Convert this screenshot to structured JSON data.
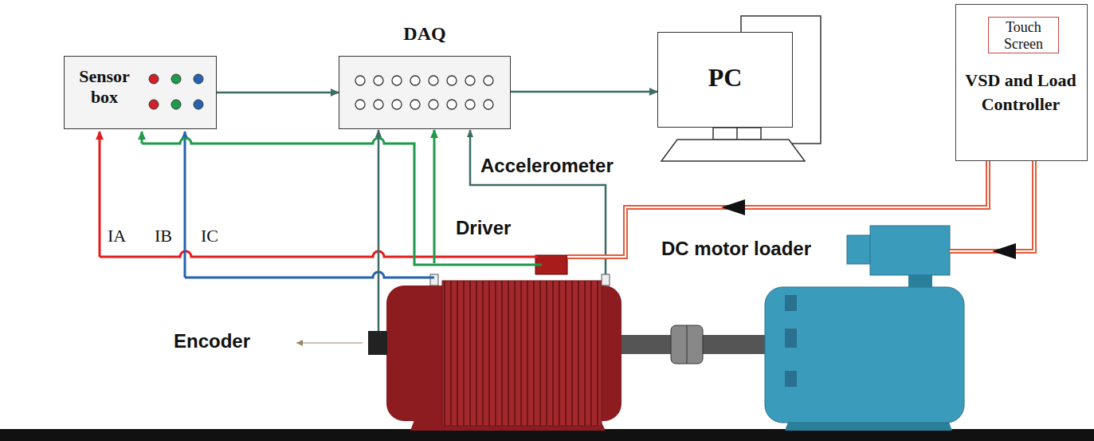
{
  "diagram": {
    "nodes": [
      {
        "text": [
          "Sensor box"
        ]
      },
      {
        "text": [
          "DAQ"
        ]
      },
      {
        "text": [
          "PC"
        ]
      },
      {
        "text": [
          "VSD and Load Controller"
        ]
      },
      {
        "text": [
          "Touch Screen"
        ],
        "in": 3
      }
    ],
    "edges": [
      {
        "from": 0,
        "to": 1,
        "arrow": "to"
      },
      {
        "from": 1,
        "to": 2,
        "arrow": "to"
      }
    ],
    "labels": [
      "IA",
      "IB",
      "IC",
      "Driver",
      "Accelerometer",
      "DC motor loader",
      "Encoder"
    ]
  }
}
